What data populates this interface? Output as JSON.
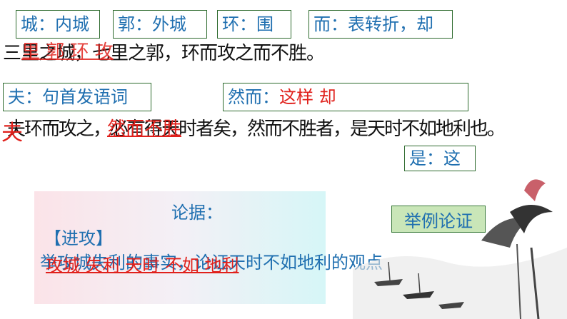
{
  "gloss_row1": [
    {
      "text": "城：内城"
    },
    {
      "text": "郭：外城"
    },
    {
      "text": "环：围"
    },
    {
      "text": "而：表转折，却"
    }
  ],
  "sentence1": "三里之城，七里之郭，环而攻之而不胜。",
  "sentence1_red": "里 郭 环 攻",
  "gloss_row2": [
    {
      "text": "夫：句首发语词"
    },
    {
      "text": "然而："
    }
  ],
  "gloss_row2_red": "这样 却",
  "sentence2": "夫环而攻之，必有得天时者矣，然而不胜者，是天时不如地利也。",
  "sentence2_red1": "夫",
  "sentence2_red2": "然而不胜",
  "gloss_shi": "是：这",
  "panel": {
    "title": "论据：",
    "tag": "【进攻】",
    "line": "举攻城失利的事实，论证天时不如地利的观点",
    "line_red": "攻城 失利 天时 不如 地利"
  },
  "method_button": "举例论证"
}
